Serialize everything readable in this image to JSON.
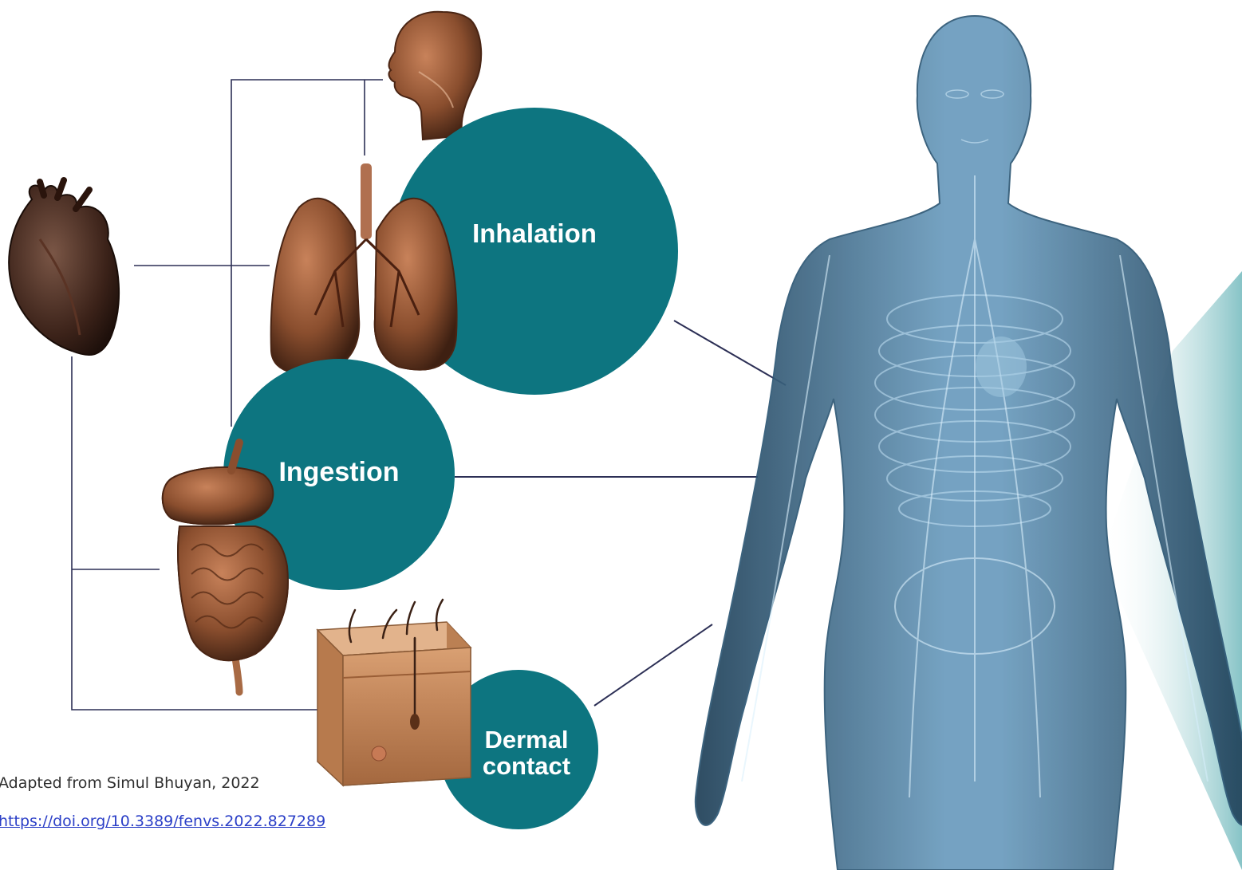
{
  "routes": {
    "inhalation": "Inhalation",
    "ingestion": "Ingestion",
    "dermal_line1": "Dermal",
    "dermal_line2": "contact"
  },
  "citation": {
    "text": "Adapted from Simul Bhuyan, 2022",
    "link": "https://doi.org/10.3389/fenvs.2022.827289"
  },
  "organs": [
    "heart",
    "head",
    "lungs",
    "digestive-tract",
    "skin-cross-section",
    "human-body"
  ],
  "colors": {
    "circle": "#0d7580",
    "connector": "#2c2f55",
    "organ": "#8a4e2e",
    "body": "#3f6f8f",
    "link": "#2b3fc7"
  }
}
